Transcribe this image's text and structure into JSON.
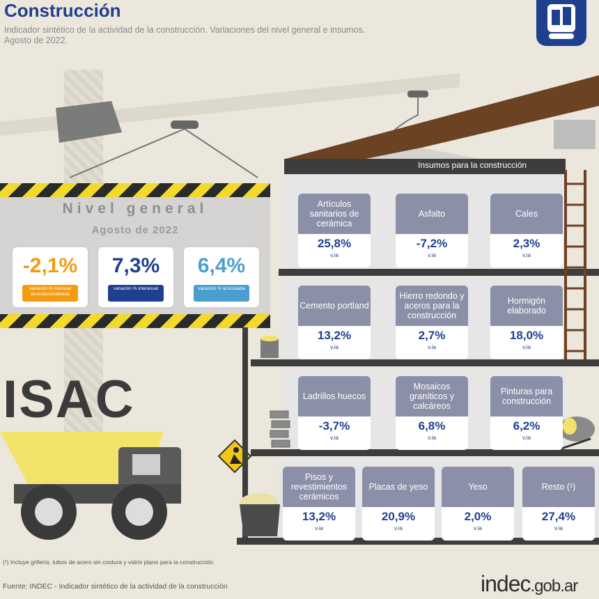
{
  "header": {
    "title": "Construcción",
    "subtitle_line1": "Indicador sintético de la actividad de la construcción. Variaciones del nivel general e insumos.",
    "subtitle_line2": "Agosto de 2022."
  },
  "nivel_general": {
    "title": "Nivel general",
    "period": "Agosto de 2022",
    "kpis": [
      {
        "value": "-2,1%",
        "label": "variación % mensual desestacionalizada",
        "color": "#f39c12"
      },
      {
        "value": "7,3%",
        "label": "variación % interanual",
        "color": "#1f3f8f"
      },
      {
        "value": "6,4%",
        "label": "variación % acumulada",
        "color": "#4a9fd0"
      }
    ]
  },
  "isac_label": "ISAC",
  "insumos": {
    "title": "Insumos para la construcción",
    "unit": "v.ia",
    "items": [
      {
        "name": "Artículos sanitarios de cerámica",
        "value": "25,8%"
      },
      {
        "name": "Asfalto",
        "value": "-7,2%"
      },
      {
        "name": "Cales",
        "value": "2,3%"
      },
      {
        "name": "Cemento portland",
        "value": "13,2%"
      },
      {
        "name": "Hierro redondo y aceros para la construcción",
        "value": "2,7%"
      },
      {
        "name": "Hormigón elaborado",
        "value": "18,0%"
      },
      {
        "name": "Ladrillos huecos",
        "value": "-3,7%"
      },
      {
        "name": "Mosaicos graníticos y calcáreos",
        "value": "6,8%"
      },
      {
        "name": "Pinturas para construcción",
        "value": "6,2%"
      },
      {
        "name": "Pisos y revestimientos cerámicos",
        "value": "13,2%"
      },
      {
        "name": "Placas de yeso",
        "value": "20,9%"
      },
      {
        "name": "Yeso",
        "value": "2,0%"
      },
      {
        "name": "Resto (¹)",
        "value": "27,4%"
      }
    ]
  },
  "footnote": "(¹) Incluye grifería, tubos de acero sin costura y vidrio plano para la construcción.",
  "source": "Fuente: INDEC - Indicador sintético de la actividad de la construcción",
  "brand": {
    "main": "indec",
    "suffix": ".gob.ar"
  }
}
